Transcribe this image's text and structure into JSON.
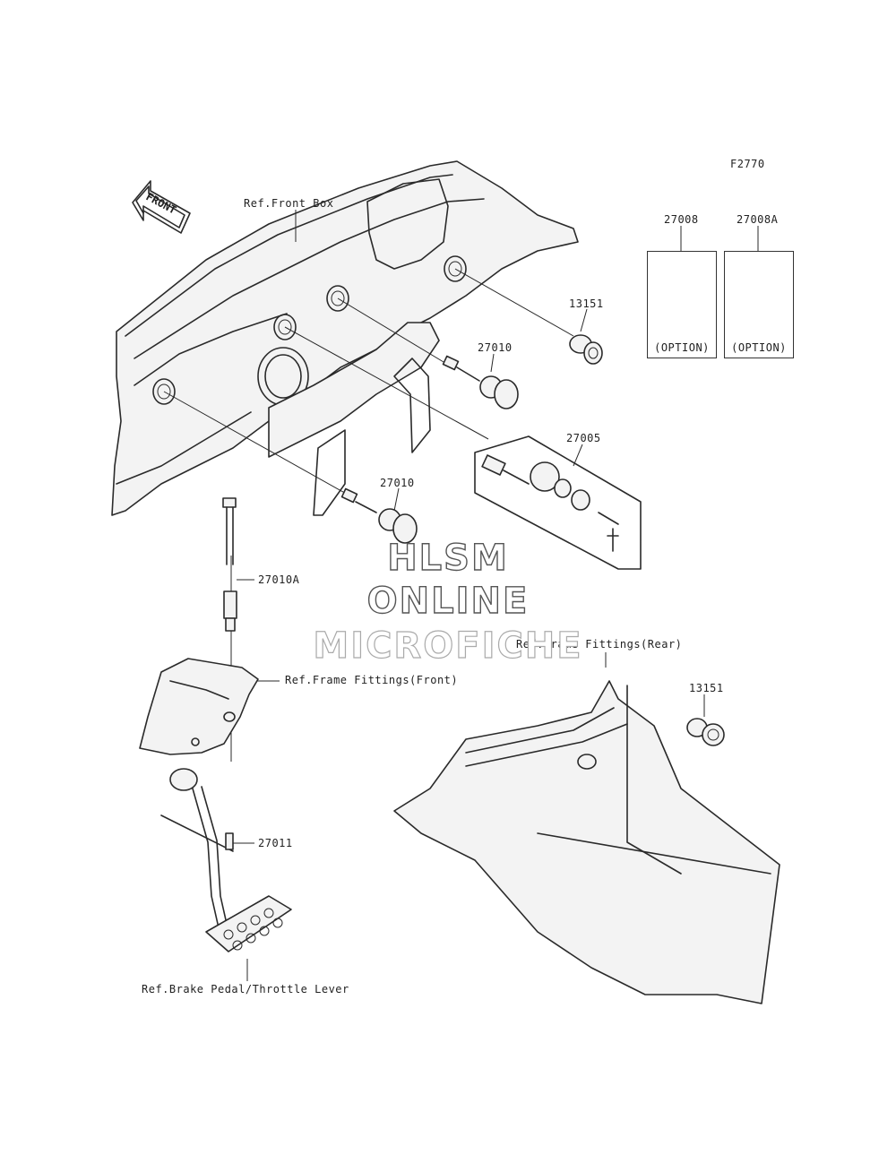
{
  "figure_code": "F2770",
  "front_arrow_label": "FRONT",
  "parts": {
    "p27008": "27008",
    "p27008A": "27008A",
    "p13151_top": "13151",
    "p27010_top": "27010",
    "p27005": "27005",
    "p27010_mid": "27010",
    "p27010A": "27010A",
    "p13151_rear": "13151",
    "p27011": "27011"
  },
  "option_labels": {
    "left": "(OPTION)",
    "right": "(OPTION)"
  },
  "references": {
    "front_box": "Ref.Front Box",
    "frame_front": "Ref.Frame Fittings(Front)",
    "frame_rear": "Ref.Frame Fittings(Rear)",
    "brake_pedal": "Ref.Brake Pedal/Throttle Lever"
  },
  "watermark": {
    "line1": "HLSM",
    "line2": "ONLINE",
    "line3": "MICROFICHE"
  }
}
